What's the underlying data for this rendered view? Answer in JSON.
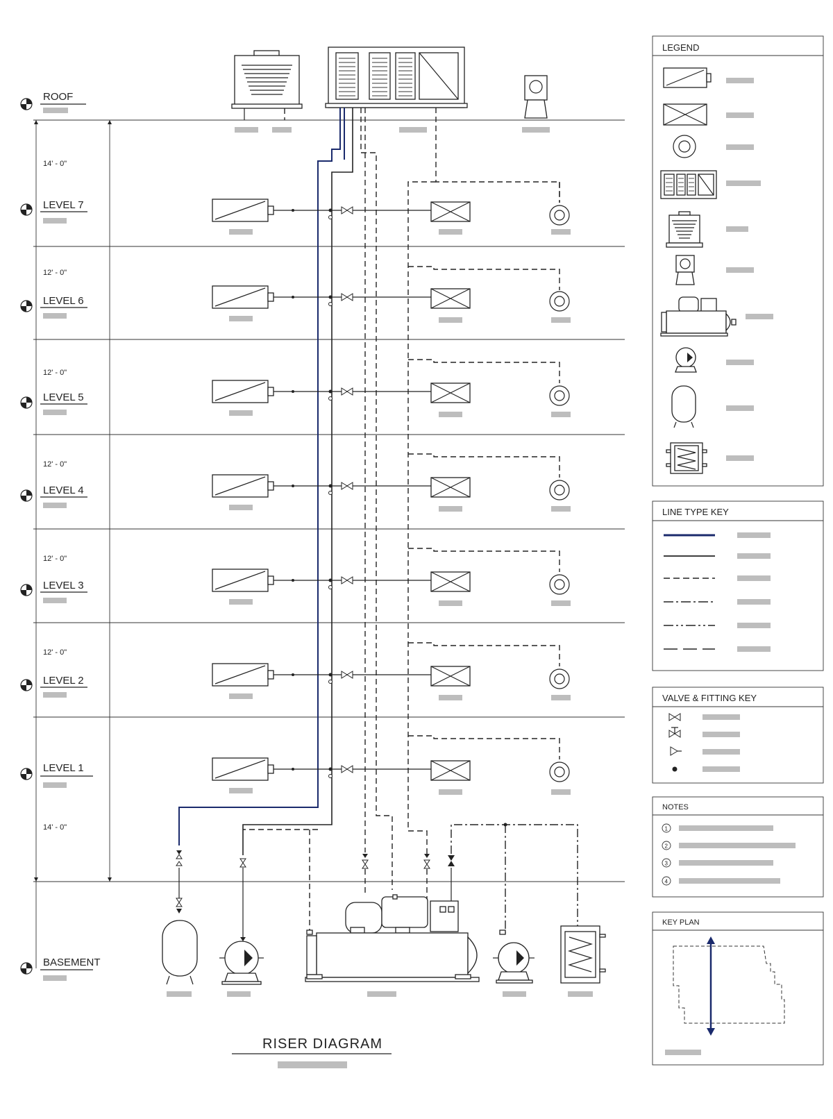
{
  "levels": {
    "roof": "ROOF",
    "level7": "LEVEL 7",
    "level6": "LEVEL 6",
    "level5": "LEVEL 5",
    "level4": "LEVEL 4",
    "level3": "LEVEL 3",
    "level2": "LEVEL 2",
    "level1": "LEVEL 1",
    "basement": "BASEMENT"
  },
  "dimensions": {
    "roof_to_l7": "14' - 0\"",
    "l7_to_l6": "12' - 0\"",
    "l6_to_l5": "12' - 0\"",
    "l5_to_l4": "12' - 0\"",
    "l4_to_l3": "12' - 0\"",
    "l3_to_l2": "12' - 0\"",
    "l1_to_basement": "14' - 0\""
  },
  "panels": {
    "legend": "LEGEND",
    "line_type_key": "LINE TYPE KEY",
    "valve_fitting_key": "VALVE & FITTING KEY",
    "notes": "NOTES",
    "key_plan": "KEY PLAN"
  },
  "notes_numbers": [
    "1",
    "2",
    "3",
    "4"
  ],
  "title": "RISER DIAGRAM",
  "colors": {
    "line": "#222222",
    "supply_pipe": "#1a2a6c",
    "placeholder": "#bdbdbd"
  }
}
